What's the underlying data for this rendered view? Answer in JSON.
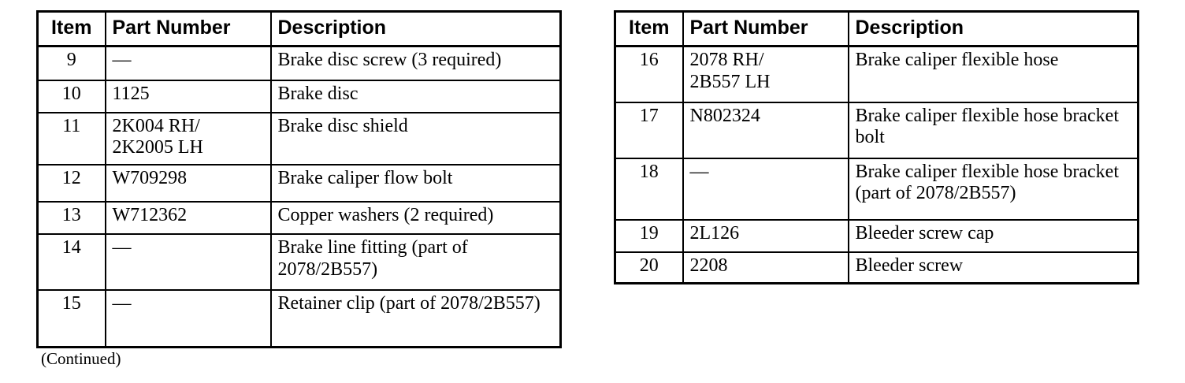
{
  "tables": [
    {
      "name": "parts-table-left",
      "headers": {
        "item": "Item",
        "part_number": "Part Number",
        "description": "Description"
      },
      "rows": [
        {
          "item": "9",
          "part_number": "—",
          "description": "Brake disc screw (3 required)",
          "height": 43
        },
        {
          "item": "10",
          "part_number": "1125",
          "description": "Brake disc",
          "height": 41
        },
        {
          "item": "11",
          "part_number": "2K004 RH/\n2K2005 LH",
          "description": "Brake disc shield",
          "height": 66
        },
        {
          "item": "12",
          "part_number": "W709298",
          "description": "Brake caliper flow bolt",
          "height": 47
        },
        {
          "item": "13",
          "part_number": "W712362",
          "description": "Copper washers (2 required)",
          "height": 41
        },
        {
          "item": "14",
          "part_number": "—",
          "description": "Brake line fitting (part of 2078/2B557)",
          "height": 71
        },
        {
          "item": "15",
          "part_number": "—",
          "description": "Retainer clip (part of 2078/2B557)",
          "height": 72
        }
      ]
    },
    {
      "name": "parts-table-right",
      "headers": {
        "item": "Item",
        "part_number": "Part Number",
        "description": "Description"
      },
      "rows": [
        {
          "item": "16",
          "part_number": "2078 RH/\n2B557 LH",
          "description": "Brake caliper flexible hose",
          "height": 71
        },
        {
          "item": "17",
          "part_number": "N802324",
          "description": "Brake caliper flexible hose bracket bolt",
          "height": 71
        },
        {
          "item": "18",
          "part_number": "—",
          "description": "Brake caliper flexible hose bracket (part of 2078/2B557)",
          "height": 78
        },
        {
          "item": "19",
          "part_number": "2L126",
          "description": "Bleeder screw cap",
          "height": 41
        },
        {
          "item": "20",
          "part_number": "2208",
          "description": "Bleeder screw",
          "height": 40
        }
      ]
    }
  ],
  "footnote": {
    "continued_label": "(Continued)"
  },
  "colors": {
    "text": "#000000",
    "rule": "#000000",
    "background": "#ffffff"
  }
}
